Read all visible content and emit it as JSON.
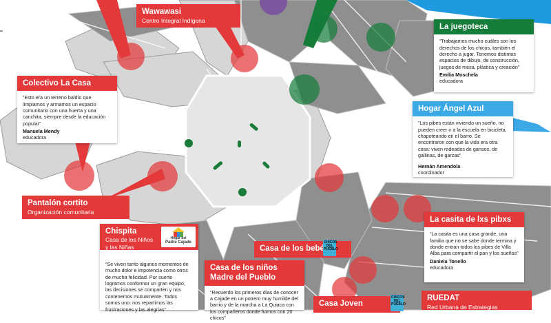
{
  "colors": {
    "red": "#e3393a",
    "green": "#157c3a",
    "blue": "#3aa9e6",
    "purple": "#7a4da0",
    "street": "#9a9a9a",
    "block": "#d9d9d9"
  },
  "wawawasi": {
    "title": "Wawawasi",
    "subtitle": "Centro Integral Indígena"
  },
  "colectivo": {
    "title": "Colectivo La Casa",
    "quote": "“Esto era un terreno baldío que limpiamos y armamos un espacio comunitario con una huerta y una canchita, siempre desde la educación popular”",
    "name": "Manuela Mendy",
    "role": "educadora"
  },
  "pantalon": {
    "title": "Pantalón cortito",
    "subtitle": "Organización comunitaria"
  },
  "chispita": {
    "title": "Chispita",
    "subtitle1": "Casa de los Niños",
    "subtitle2": "y las Niñas",
    "logo_small": "Hogar del",
    "logo_big": "Padre Cajade",
    "quote": "“Se viven tanto algunos momentos de mucho dolor e impotencia como otros de mucha felicidad. Por suerte logramos conformar un gran equipo, las decisiones se comparten y nos contenemos mutuamente. Todos somos uno: nos repartimos las frustraciones y las alegrías”"
  },
  "juegoteca": {
    "title": "La juegoteca",
    "quote": "“Trabajamos mucho cuáles son los derechos de los chicos, también el derecho a jugar. Tenemos distintos espacios de dibujo, de construcción, juegos de mesa, plástica y creación”",
    "name": "Emilia Moschela",
    "role": "educadora"
  },
  "hogar": {
    "title": "Hogar Ángel Azul",
    "quote": "“Los pibes están viviendo un sueño, no pueden creer ir a la escuela en  bicicleta, chapoteando en el barro. Se encontraron con que la vida era otra cosa: viven rodeados de gansos, de gallinas, de garzas”",
    "name": "Hernán Amendola",
    "role": "coordinador"
  },
  "casita": {
    "title": "La casita de lxs pibxs",
    "quote": "“La casita es una casa grande, una familia que no se sabe donde termina y donde entran todos los pibes de Villa Alba para compartir el pan y los sueños”",
    "name": "Daniela Tonello",
    "role": "educadora"
  },
  "bebes": {
    "title": "Casa de los bebés",
    "badge": "CHICOS DEL PUEBLO"
  },
  "madre": {
    "title1": "Casa de los niños",
    "title2": "Madre del Pueblo",
    "quote": "“Recuerdo los primeros días de conocer a Cajade en un potrero muy humilde del barrio y de la marcha a La Quiaca con los compañeros donde fuimos con 20 chicos”"
  },
  "joven": {
    "title": "Casa Joven",
    "badge": "CHICOS DEL PUEBLO"
  },
  "ruedat": {
    "title": "RUEDAT",
    "subtitle": "Red Urbana de Estrategias"
  }
}
